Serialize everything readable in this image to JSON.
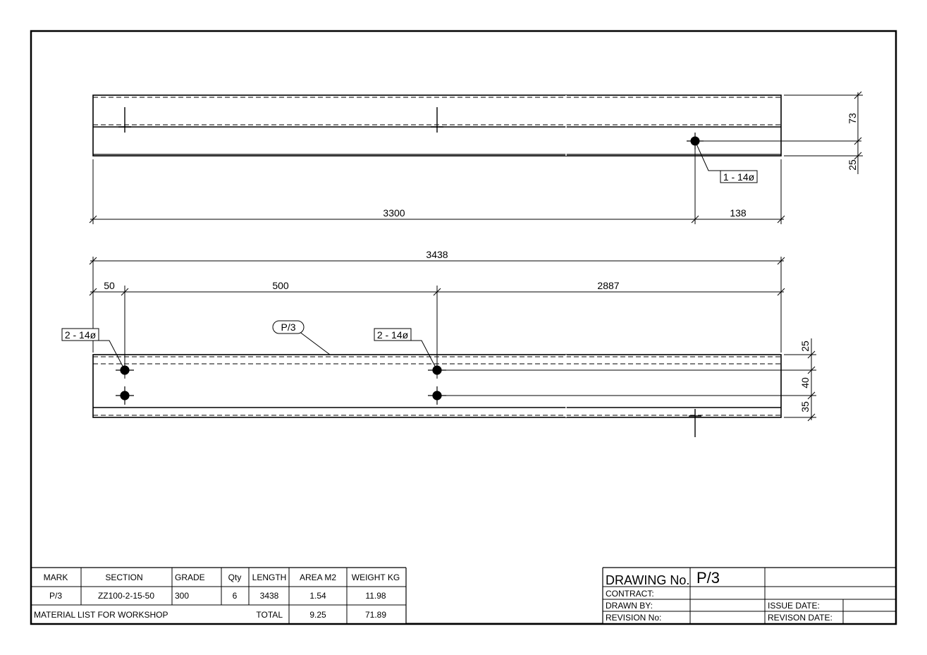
{
  "dims": {
    "top_h_3300": "3300",
    "top_h_138": "138",
    "top_v_73": "73",
    "top_v_25": "25",
    "bot_h_3438": "3438",
    "bot_h_50": "50",
    "bot_h_500": "500",
    "bot_h_2887": "2887",
    "bot_v_25": "25",
    "bot_v_40": "40",
    "bot_v_35": "35"
  },
  "callouts": {
    "top_hole": "1 - 14ø",
    "left_holes": "2 - 14ø",
    "mid_holes": "2 - 14ø",
    "part_mark": "P/3"
  },
  "material_list": {
    "headers": [
      "MARK",
      "SECTION",
      "GRADE",
      "Qty",
      "LENGTH",
      "AREA M2",
      "WEIGHT KG"
    ],
    "row": [
      "P/3",
      "ZZ100-2-15-50",
      "300",
      "6",
      "3438",
      "1.54",
      "11.98"
    ],
    "footer_label": "MATERIAL LIST FOR WORKSHOP",
    "total_label": "TOTAL",
    "total_area": "9.25",
    "total_weight": "71.89"
  },
  "title_block": {
    "drawing_no_label": "DRAWING No.",
    "drawing_no_value": "P/3",
    "contract_label": "CONTRACT:",
    "drawn_by_label": "DRAWN BY:",
    "revision_label": "REVISION No:",
    "issue_date_label": "ISSUE DATE:",
    "revision_date_label": "REVISON DATE:"
  }
}
